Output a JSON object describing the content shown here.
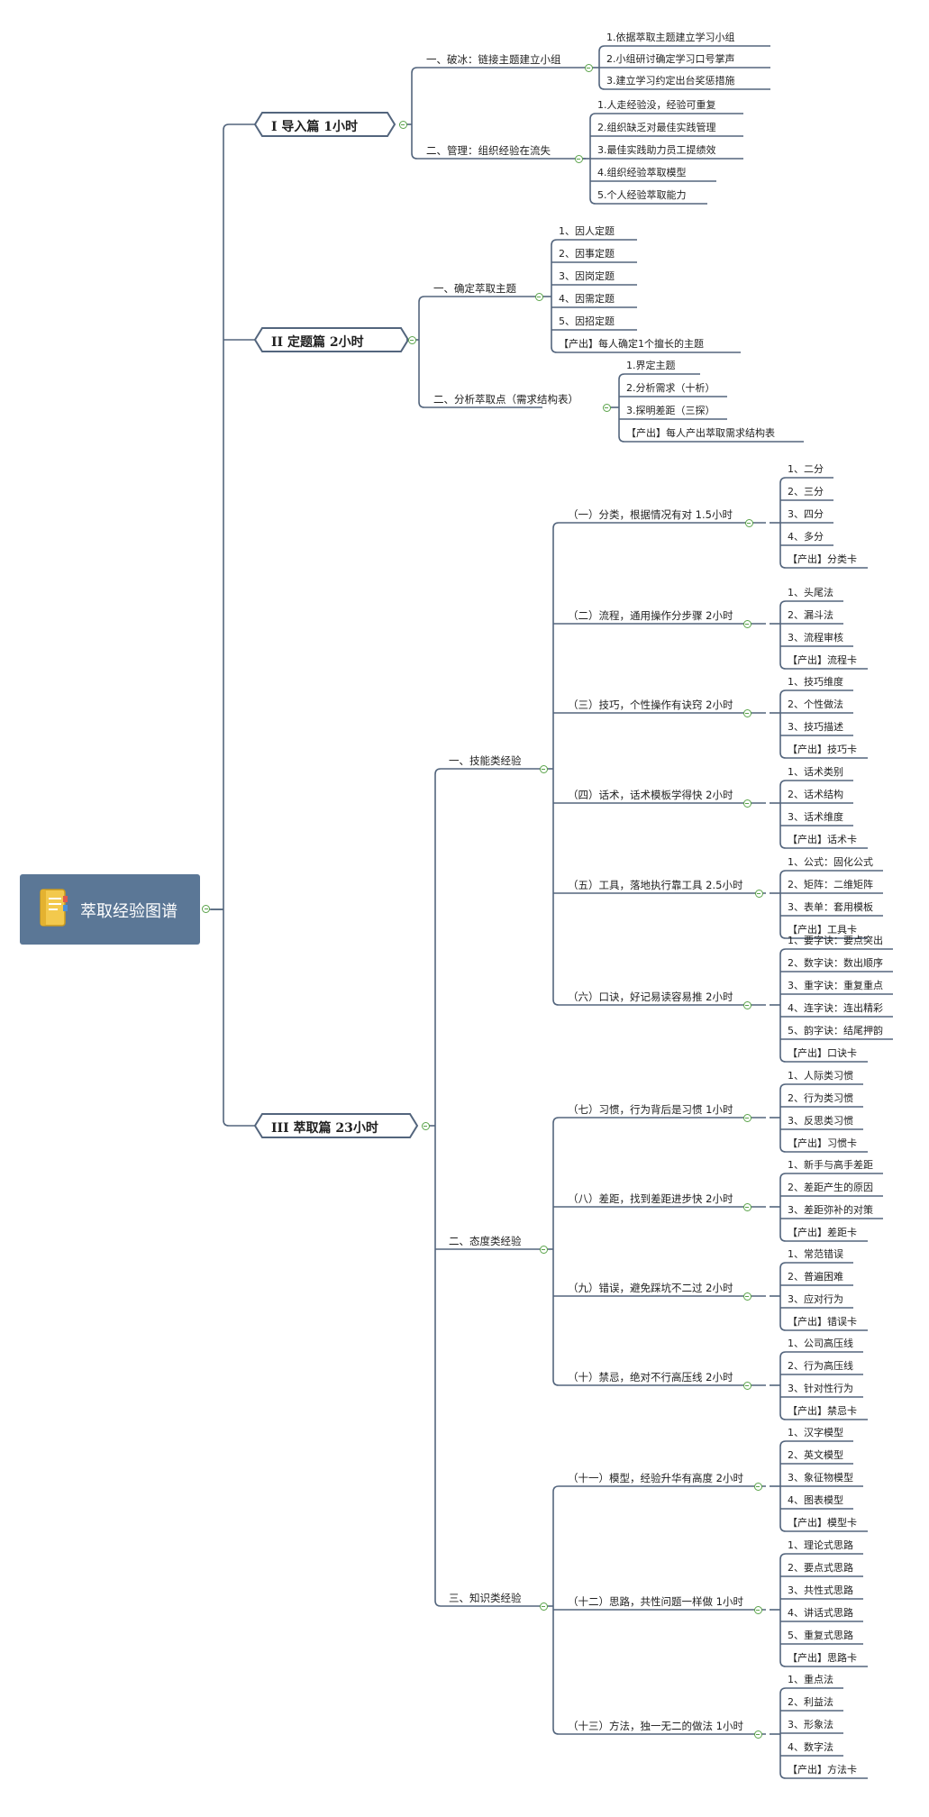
{
  "root": {
    "title": "萃取经验图谱",
    "icon": "notebook-icon"
  },
  "colors": {
    "line": "#53657d",
    "root_bg": "#5b7796",
    "collapse": "#5aa34a"
  },
  "sections": [
    {
      "title": "I  导入篇  1小时",
      "children": [
        {
          "label": "一、破冰：链接主题建立小组",
          "items": [
            "1.依据萃取主题建立学习小组",
            "2.小组研讨确定学习口号掌声",
            "3.建立学习约定出台奖惩措施"
          ]
        },
        {
          "label": "二、管理：组织经验在流失",
          "items": [
            "1.人走经验没，经验可重复",
            "2.组织缺乏对最佳实践管理",
            "3.最佳实践助力员工提绩效",
            "4.组织经验萃取模型",
            "5.个人经验萃取能力"
          ]
        }
      ]
    },
    {
      "title": "II  定题篇  2小时",
      "children": [
        {
          "label": "一、确定萃取主题",
          "items": [
            "1、因人定题",
            "2、因事定题",
            "3、因岗定题",
            "4、因需定题",
            "5、因招定题",
            "【产出】每人确定1个擅长的主题"
          ]
        },
        {
          "label": "二、分析萃取点（需求结构表）",
          "items": [
            "1.界定主题",
            "2.分析需求（十析）",
            "3.探明差距（三探）",
            "【产出】每人产出萃取需求结构表"
          ]
        }
      ]
    },
    {
      "title": "III  萃取篇  23小时",
      "children": [
        {
          "label": "一、技能类经验",
          "children": [
            {
              "label": "（一）分类，根据情况有对  1.5小时",
              "items": [
                "1、二分",
                "2、三分",
                "3、四分",
                "4、多分",
                "【产出】分类卡"
              ]
            },
            {
              "label": "（二）流程，通用操作分步骤  2小时",
              "items": [
                "1、头尾法",
                "2、漏斗法",
                "3、流程审核",
                "【产出】流程卡"
              ]
            },
            {
              "label": "（三）技巧，个性操作有诀窍  2小时",
              "items": [
                "1、技巧维度",
                "2、个性做法",
                "3、技巧描述",
                "【产出】技巧卡"
              ]
            },
            {
              "label": "（四）话术，话术模板学得快  2小时",
              "items": [
                "1、话术类别",
                "2、话术结构",
                "3、话术维度",
                "【产出】话术卡"
              ]
            },
            {
              "label": "（五）工具，落地执行靠工具  2.5小时",
              "items": [
                "1、公式：固化公式",
                "2、矩阵：二维矩阵",
                "3、表单：套用模板",
                "【产出】工具卡"
              ]
            },
            {
              "label": "（六）口诀，好记易读容易推  2小时",
              "items": [
                "1、要字诀：要点突出",
                "2、数字诀：数出顺序",
                "3、重字诀：重复重点",
                "4、连字诀：连出精彩",
                "5、韵字诀：结尾押韵",
                "【产出】口诀卡"
              ]
            }
          ]
        },
        {
          "label": "二、态度类经验",
          "children": [
            {
              "label": "（七）习惯，行为背后是习惯  1小时",
              "items": [
                "1、人际类习惯",
                "2、行为类习惯",
                "3、反思类习惯",
                "【产出】习惯卡"
              ]
            },
            {
              "label": "（八）差距，找到差距进步快  2小时",
              "items": [
                "1、新手与高手差距",
                "2、差距产生的原因",
                "3、差距弥补的对策",
                "【产出】差距卡"
              ]
            },
            {
              "label": "（九）错误，避免踩坑不二过  2小时",
              "items": [
                "1、常范错误",
                "2、普遍困难",
                "3、应对行为",
                "【产出】错误卡"
              ]
            },
            {
              "label": "（十）禁忌，绝对不行高压线  2小时",
              "items": [
                "1、公司高压线",
                "2、行为高压线",
                "3、针对性行为",
                "【产出】禁忌卡"
              ]
            }
          ]
        },
        {
          "label": "三、知识类经验",
          "children": [
            {
              "label": "（十一）模型，经验升华有高度  2小时",
              "items": [
                "1、汉字模型",
                "2、英文模型",
                "3、象征物模型",
                "4、图表模型",
                "【产出】模型卡"
              ]
            },
            {
              "label": "（十二）思路，共性问题一样做  1小时",
              "items": [
                "1、理论式思路",
                "2、要点式思路",
                "3、共性式思路",
                "4、讲话式思路",
                "5、重复式思路",
                "【产出】思路卡"
              ]
            },
            {
              "label": "（十三）方法，独一无二的做法  1小时",
              "items": [
                "1、重点法",
                "2、利益法",
                "3、形象法",
                "4、数字法",
                "【产出】方法卡"
              ]
            }
          ]
        }
      ]
    }
  ]
}
